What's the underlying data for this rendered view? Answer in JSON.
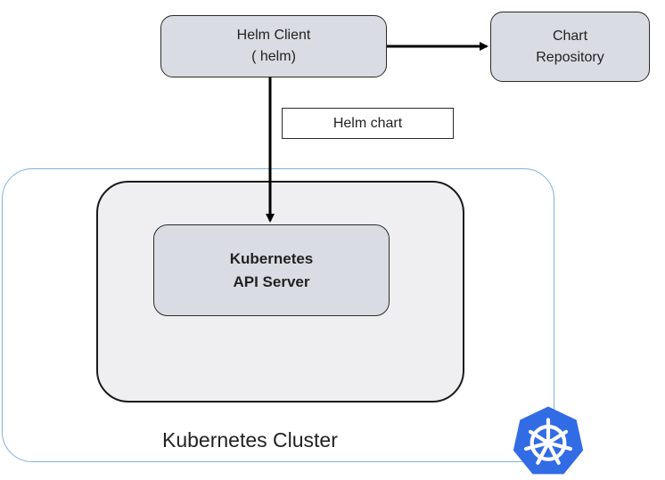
{
  "diagram": {
    "nodes": {
      "helm_client": {
        "line1": "Helm Client",
        "line2": "( helm)"
      },
      "chart_repository": {
        "line1": "Chart",
        "line2": "Repository"
      },
      "api_server": {
        "line1": "Kubernetes",
        "line2": "API Server"
      }
    },
    "edge_label": "Helm chart",
    "cluster_label": "Kubernetes Cluster",
    "edges": [
      {
        "from": "helm_client",
        "to": "chart_repository"
      },
      {
        "from": "helm_client",
        "to": "api_server",
        "label": "Helm chart"
      }
    ],
    "colors": {
      "node_fill": "#dadce3",
      "inner_zone_fill": "#efeff2",
      "cluster_border": "#7fb2dd",
      "logo": "#326ce5"
    },
    "icons": {
      "cluster_logo": "kubernetes-helm-wheel-icon"
    }
  }
}
